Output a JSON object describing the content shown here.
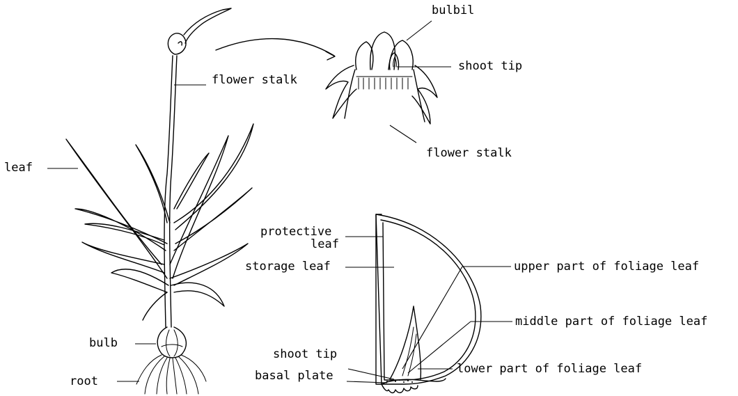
{
  "labels": {
    "bulbil": "bulbil",
    "shoot_tip_top": "shoot tip",
    "flower_stalk_plant": "flower stalk",
    "flower_stalk_detail": "flower stalk",
    "leaf": "leaf",
    "protective_leaf_1": "protective",
    "protective_leaf_2": "leaf",
    "storage_leaf": "storage leaf",
    "upper_foliage": "upper part of foliage leaf",
    "middle_foliage": "middle part of foliage leaf",
    "lower_foliage": "lower part of foliage leaf",
    "shoot_tip_bulb": "shoot tip",
    "basal_plate": "basal plate",
    "bulb": "bulb",
    "root": "root"
  }
}
